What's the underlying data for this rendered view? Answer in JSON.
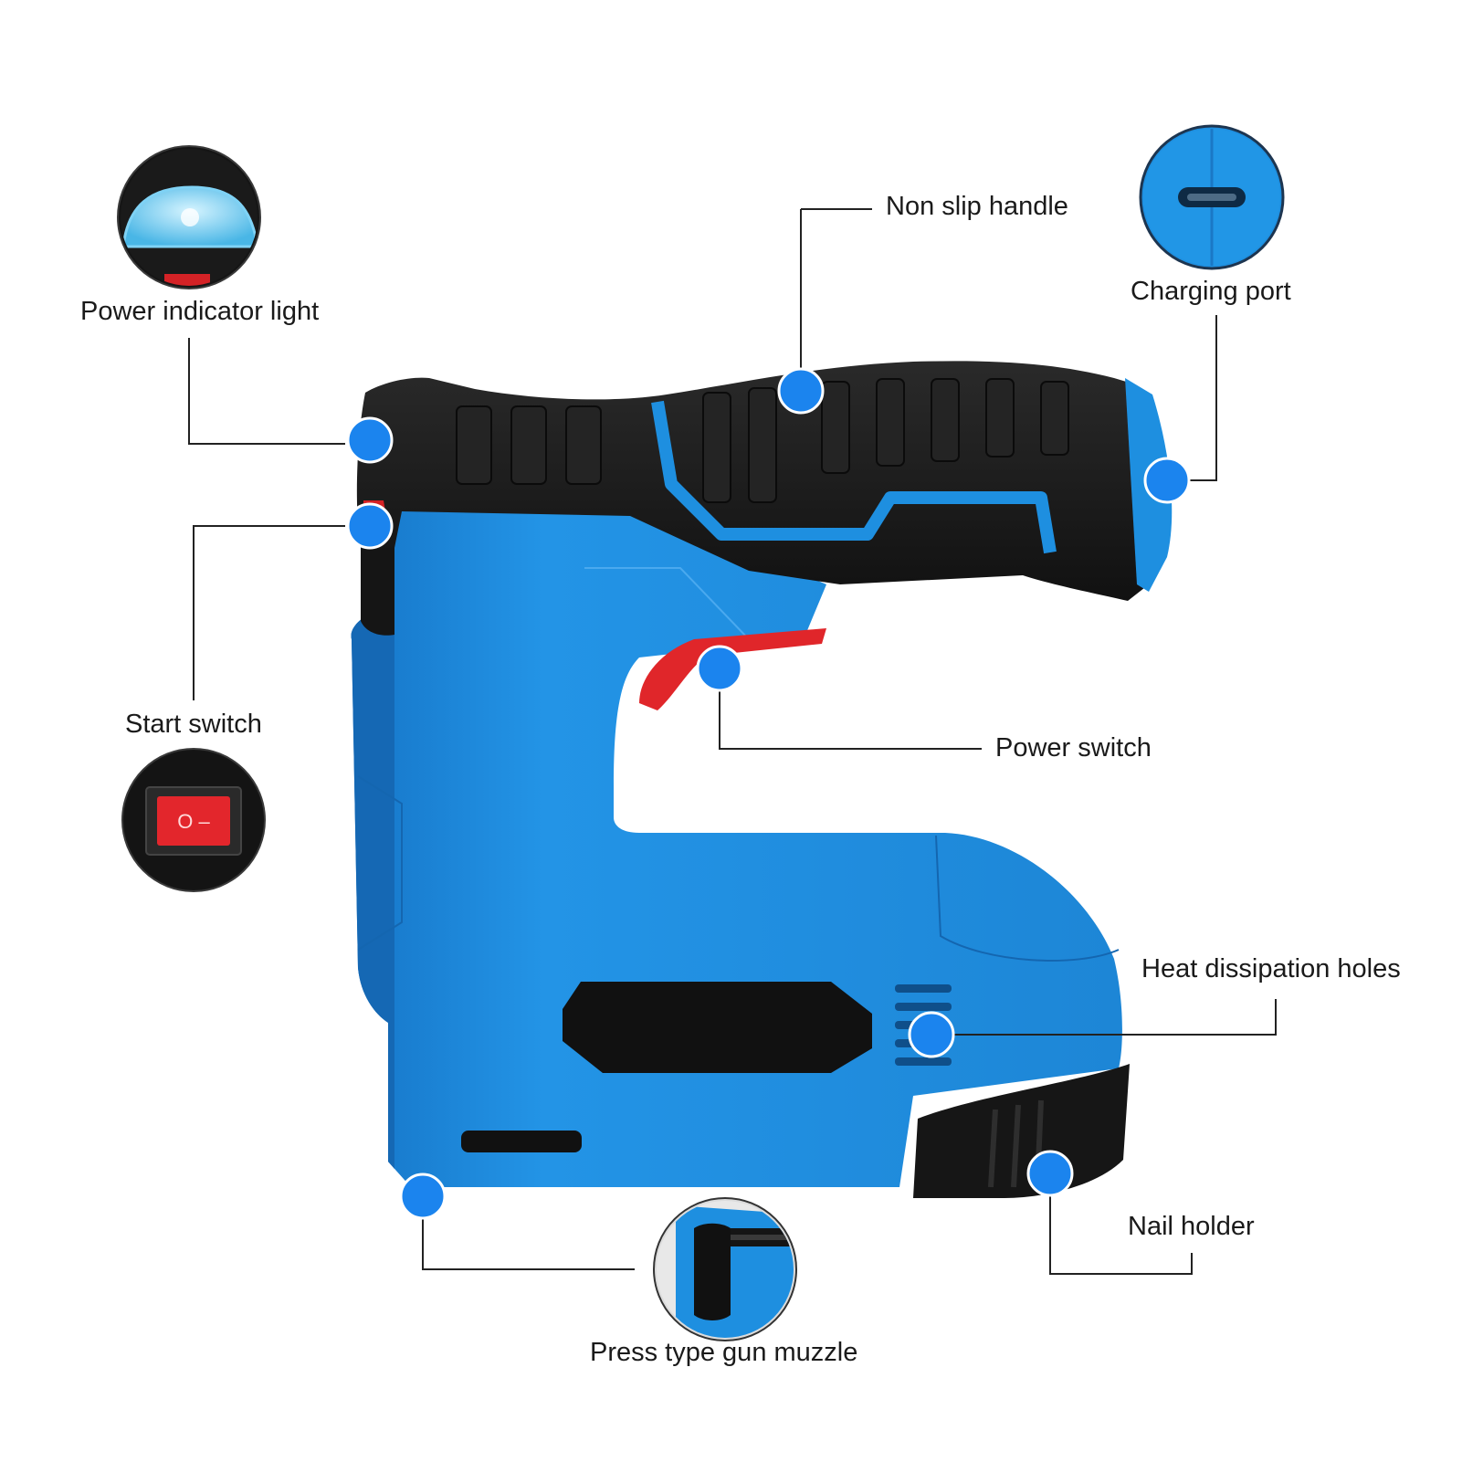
{
  "labels": {
    "power_indicator_light": "Power indicator light",
    "non_slip_handle": "Non slip handle",
    "charging_port": "Charging port",
    "start_switch": "Start switch",
    "power_switch": "Power switch",
    "heat_dissipation_holes": "Heat dissipation holes",
    "nail_holder": "Nail holder",
    "press_type_gun_muzzle": "Press type gun muzzle"
  },
  "start_switch_glyph": "O –",
  "colors": {
    "body_blue": "#1e8fe0",
    "body_blue_dark": "#1673c0",
    "grip_black": "#1b1b1b",
    "trigger_red": "#e0262a",
    "callout_dot": "#1b84ee",
    "leader_line": "#222222",
    "inset_dark": "#151515"
  },
  "icons": {
    "callout_marker": "circle-dot-icon",
    "charging_port": "usb-c-port-icon",
    "start_switch": "rocker-switch-icon",
    "power_indicator": "indicator-lens-icon",
    "muzzle": "muzzle-detail-icon"
  }
}
